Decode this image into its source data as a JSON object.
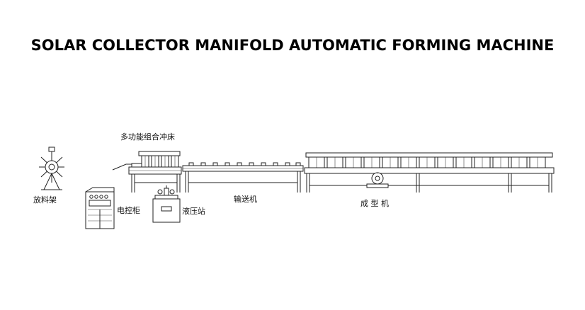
{
  "title": "SOLAR COLLECTOR MANIFOLD AUTOMATIC FORMING MACHINE",
  "labels": {
    "decoiler": "放料架",
    "control_cabinet": "电控柜",
    "punch": "多功能组合冲床",
    "hydraulic": "液压站",
    "conveyor": "输送机",
    "forming": "成 型 机"
  },
  "colors": {
    "line": "#222222",
    "background": "#ffffff"
  }
}
